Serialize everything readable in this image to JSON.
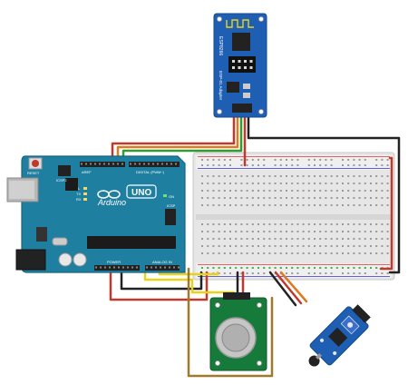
{
  "esp_module": {
    "label_top": "ESP8266",
    "label_mid": "ESP-01 Adapter"
  },
  "arduino": {
    "logo_text": "Arduino",
    "model_text": "UNO",
    "header_digital": "DIGITAL (PWM~)",
    "header_analog": "ANALOG IN",
    "header_power": "POWER",
    "icsp_label": "ICSP",
    "icsp2_label": "ICSP2",
    "on_label": "ON",
    "tx_label": "TX",
    "rx_label": "RX",
    "l_label": "L",
    "reset_label": "RESET",
    "aref_label": "AREF"
  },
  "colors": {
    "arduino_board": "#1f7fa0",
    "arduino_dark": "#176682",
    "esp_board": "#1f5fb3",
    "sensor_board": "#157a3a",
    "flame_board": "#1f5fb3",
    "wire_red": "#c0392b",
    "wire_green": "#2e9e2e",
    "wire_yellow": "#e8d21a",
    "wire_brown": "#a07a2a",
    "wire_black": "#222222",
    "wire_orange": "#e07a20"
  }
}
